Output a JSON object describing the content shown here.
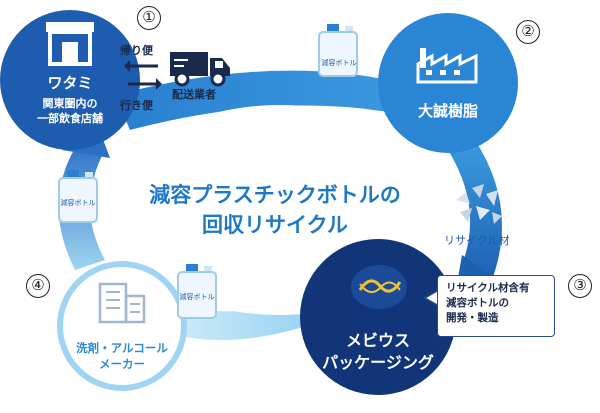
{
  "center": {
    "line1": "減容プラスチックボトルの",
    "line2": "回収リサイクル"
  },
  "nodes": {
    "watami": {
      "number": "①",
      "name": "ワタミ",
      "desc1": "関東圏内の",
      "desc2": "一部飲食店舗"
    },
    "daiseki": {
      "number": "②",
      "name": "大誠樹脂"
    },
    "mobius": {
      "number": "③",
      "name1": "メビウス",
      "name2": "パッケージング"
    },
    "detergent": {
      "number": "④",
      "name1": "洗剤・アルコール",
      "name2": "メーカー"
    }
  },
  "logistics": {
    "return_label": "帰り便",
    "outbound_label": "行き便",
    "carrier_label": "配送業者"
  },
  "recycled_material_label": "リサイクル材",
  "mobius_box": {
    "line1": "リサイクル材含有",
    "line2": "減容ボトルの",
    "line3": "開発・製造"
  },
  "bottle_label": "減容ボトル",
  "colors": {
    "dark_navy": "#143a7a",
    "mid_blue": "#2a7fd0",
    "light_blue": "#7fc4ec",
    "pale_blue": "#cfe8f7",
    "title_blue": "#1e78c8"
  }
}
